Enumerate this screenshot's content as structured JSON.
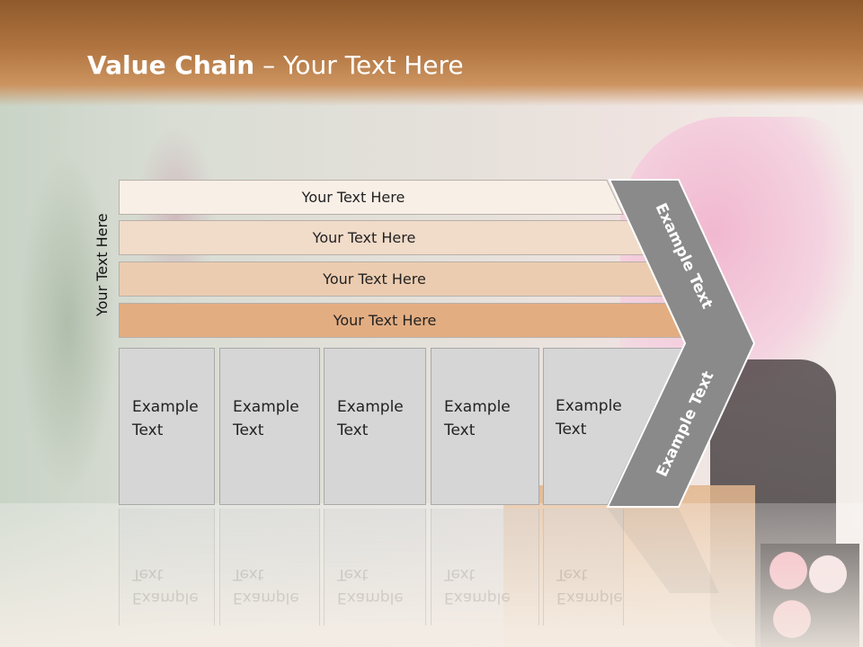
{
  "slide": {
    "title_bold": "Value Chain",
    "title_rest": " – Your Text Here",
    "side_label": "Your Text Here",
    "bars": [
      {
        "label": "Your Text Here",
        "color": "#f8efe7"
      },
      {
        "label": "Your Text Here",
        "color": "#f1dbc9"
      },
      {
        "label": "Your Text Here",
        "color": "#ecccb0"
      },
      {
        "label": "Your Text Here",
        "color": "#e3ad82"
      }
    ],
    "boxes": [
      {
        "line1": "Example",
        "line2": "Text"
      },
      {
        "line1": "Example",
        "line2": "Text"
      },
      {
        "line1": "Example",
        "line2": "Text"
      },
      {
        "line1": "Example",
        "line2": "Text"
      },
      {
        "line1": "Example",
        "line2": "Text"
      }
    ],
    "chevron_top_text": "Example Text",
    "chevron_bottom_text": "Example Text",
    "colors": {
      "header": "#b07440",
      "chevron": "#8a8a8a",
      "box": "#d6d6d6"
    }
  }
}
